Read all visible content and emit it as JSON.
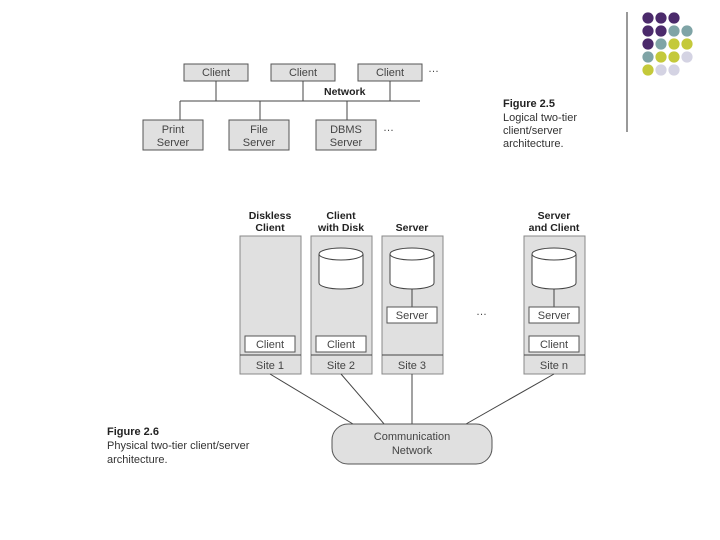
{
  "decor": {
    "dot_colors": {
      "purple": "#4b2a6b",
      "teal": "#7fa4a6",
      "olive": "#c4c93a",
      "lavender": "#d4d3e3"
    }
  },
  "fig25": {
    "clients": [
      "Client",
      "Client",
      "Client"
    ],
    "ellipsis_top": "…",
    "network": "Network",
    "servers": [
      {
        "line1": "Print",
        "line2": "Server"
      },
      {
        "line1": "File",
        "line2": "Server"
      },
      {
        "line1": "DBMS",
        "line2": "Server"
      }
    ],
    "ellipsis_servers": "…",
    "caption_title": "Figure 2.5",
    "caption_line1": "Logical two-tier",
    "caption_line2": "client/server",
    "caption_line3": "architecture."
  },
  "fig26": {
    "columns": [
      {
        "head1": "Diskless",
        "head2": "Client",
        "site": "Site 1",
        "inner_top": "",
        "inner_bottom": "Client"
      },
      {
        "head1": "Client",
        "head2": "with Disk",
        "site": "Site 2",
        "inner_top": "",
        "inner_bottom": "Client"
      },
      {
        "head1": "",
        "head2": "Server",
        "site": "Site 3",
        "inner_top": "Server",
        "inner_bottom": ""
      },
      {
        "head1": "Server",
        "head2": "and Client",
        "site": "Site n",
        "inner_top": "Server",
        "inner_bottom": "Client"
      }
    ],
    "ellipsis": "…",
    "network_line1": "Communication",
    "network_line2": "Network",
    "caption_title": "Figure 2.6",
    "caption_line1": "Physical two-tier client/server",
    "caption_line2": "architecture."
  }
}
